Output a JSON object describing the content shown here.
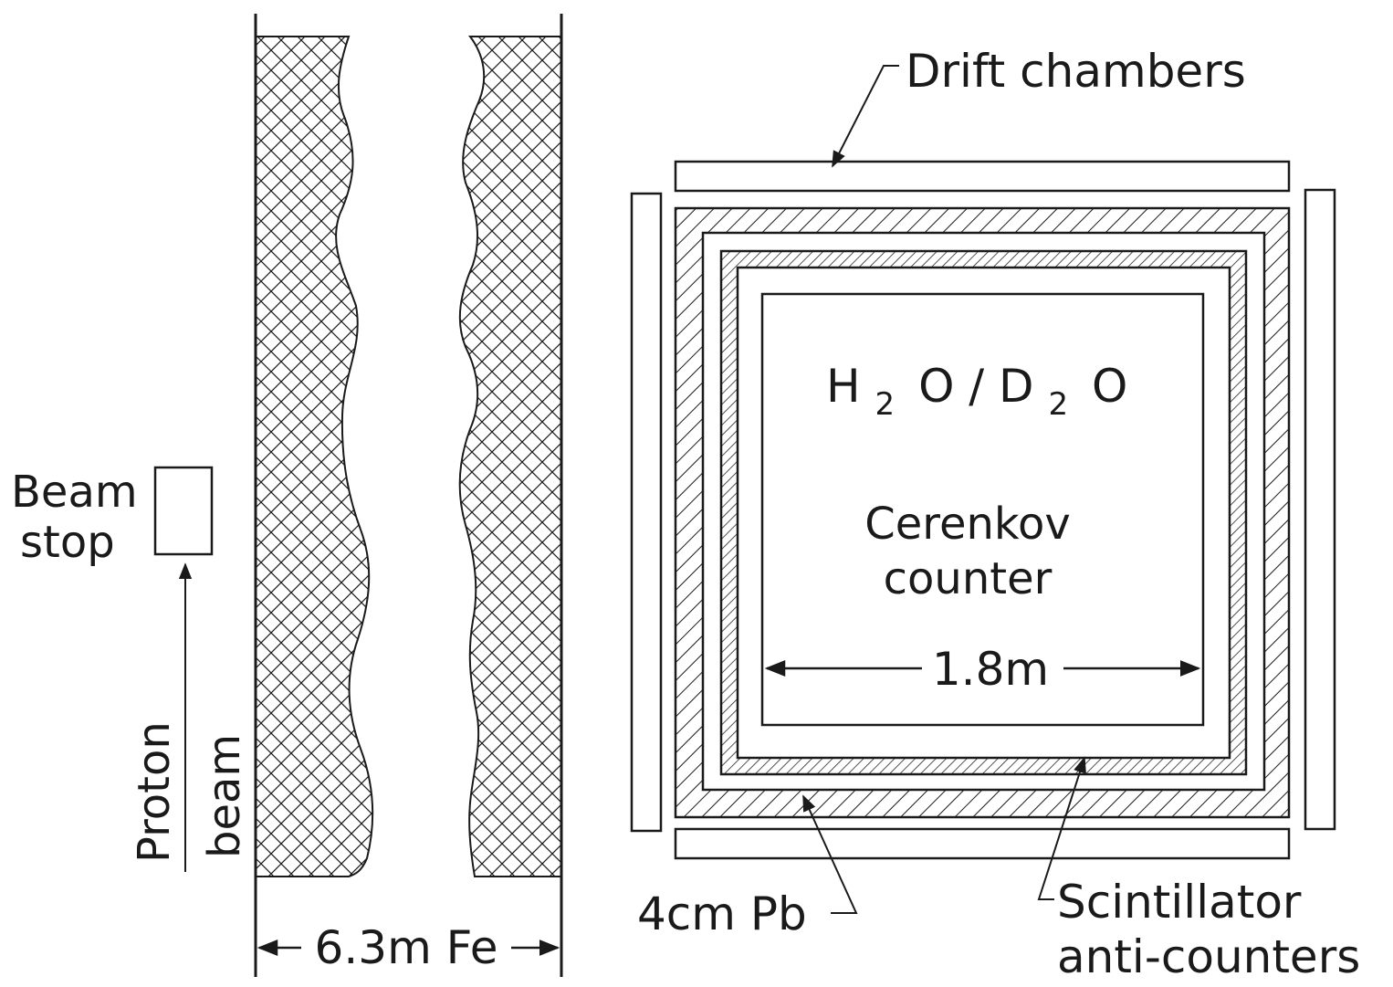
{
  "labels": {
    "drift_chambers": "Drift chambers",
    "target": "H",
    "target_sub1": "2",
    "target_mid": "O / D",
    "target_sub2": "2",
    "target_end": "O",
    "cerenkov_line1": "Cerenkov",
    "cerenkov_line2": "counter",
    "inner_width": "1.8m",
    "beam_stop_line1": "Beam",
    "beam_stop_line2": "stop",
    "proton_beam_line1": "Proton",
    "proton_beam_line2": "beam",
    "shield_length": "6.3m Fe",
    "lead_layer": "4cm Pb",
    "scintillator_line1": "Scintillator",
    "scintillator_line2": "anti-counters"
  },
  "colors": {
    "ink": "#1a1a1a",
    "background": "#ffffff"
  }
}
